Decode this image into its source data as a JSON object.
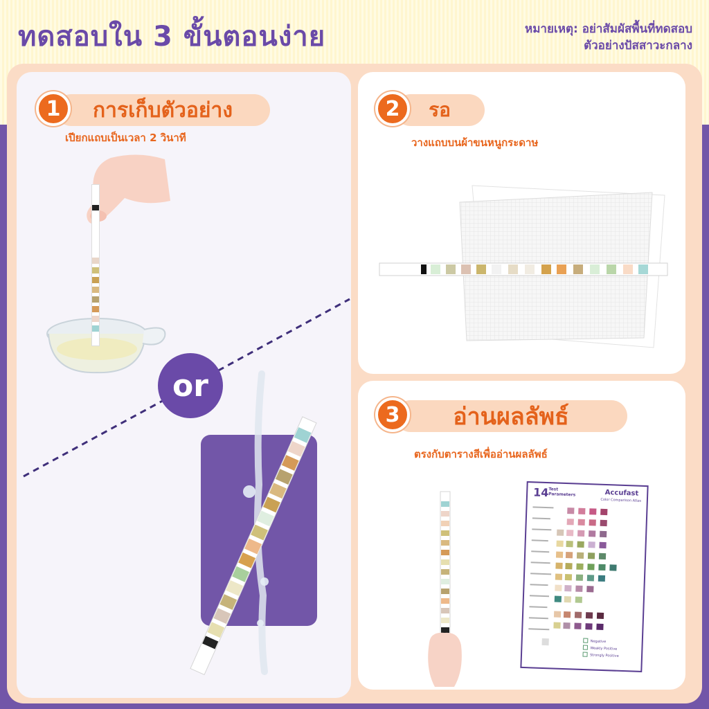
{
  "header": {
    "title": "ทดสอบใน 3 ขั้นตอนง่าย",
    "note_line1": "หมายเหตุ: อย่าสัมผัสพื้นที่ทดสอบ",
    "note_line2": "ตัวอย่างปัสสาวะกลาง"
  },
  "steps": [
    {
      "number": "1",
      "title": "การเก็บตัวอย่าง",
      "description": "เปียกแถบเป็นเวลา 2 วินาที"
    },
    {
      "number": "2",
      "title": "รอ",
      "description": "วางแถบบนผ้าขนหนูกระดาษ"
    },
    {
      "number": "3",
      "title": "อ่านผลลัพธ์",
      "description": "ตรงกับตารางสีเพื่ออ่านผลลัพธ์"
    }
  ],
  "divider_label": "or",
  "chart_card": {
    "count": "14",
    "heading_line1": "Test",
    "heading_line2": "Parameters",
    "brand": "Accufast",
    "subtitle": "Color Comparison Atlas",
    "legend": [
      "Negative",
      "Weakly Positive",
      "Strongly Positive"
    ]
  },
  "colors": {
    "accent_orange": "#ec6a1e",
    "pill_peach": "#fbd8bf",
    "brand_purple": "#6a4aa8",
    "background_purple": "#7256a8"
  }
}
